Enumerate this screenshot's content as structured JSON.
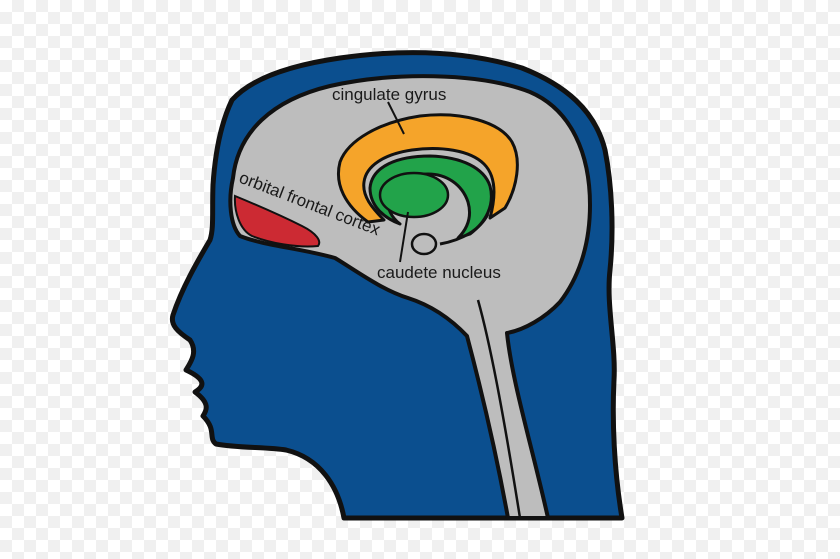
{
  "labels": {
    "cingulate_gyrus": "cingulate gyrus",
    "orbital_frontal_cortex": "orbital frontal cortex",
    "caudate_nucleus": "caudete nucleus"
  },
  "colors": {
    "head": "#0b4f8f",
    "brain": "#bdbdbd",
    "cingulate_gyrus": "#f5a42a",
    "caudate_nucleus": "#22a34a",
    "orbital_frontal_cortex": "#cc2a33",
    "outline": "#111111"
  }
}
